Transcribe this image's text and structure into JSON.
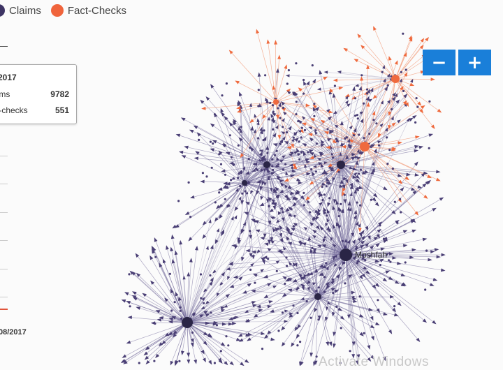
{
  "legend": {
    "items": [
      {
        "label": "Claims",
        "color": "#3d3464"
      },
      {
        "label": "Fact-Checks",
        "color": "#f0643c"
      }
    ]
  },
  "info_box": {
    "date": "2017",
    "rows": [
      {
        "label": "aims",
        "value": "9782"
      },
      {
        "label": "ct-checks",
        "value": "551"
      }
    ]
  },
  "timeline": {
    "end_date": "08/2017"
  },
  "zoom": {
    "out_label": "−",
    "in_label": "+"
  },
  "graph": {
    "hub_label": "Moshfah",
    "claim_color": "#4a3f75",
    "factcheck_color": "#ef6a3e",
    "edge_color": "#6b6296",
    "factcheck_edge_color": "#f2a080"
  },
  "watermark": "Activate Windows"
}
